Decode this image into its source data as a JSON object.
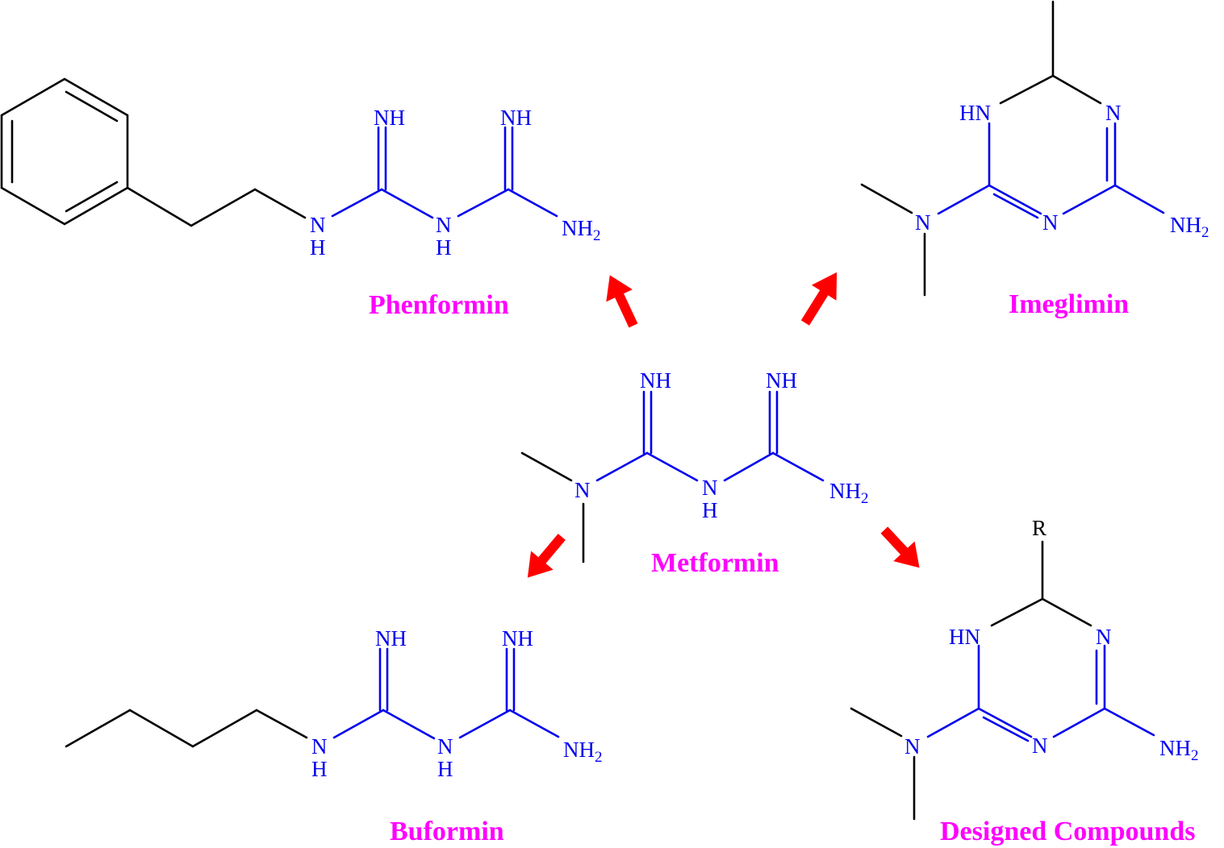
{
  "compounds": {
    "metformin": {
      "name": "Metformin"
    },
    "phenformin": {
      "name": "Phenformin"
    },
    "imeglimin": {
      "name": "Imeglimin"
    },
    "buformin": {
      "name": "Buformin"
    },
    "designed": {
      "name": "Designed Compounds"
    }
  },
  "atoms": {
    "NH": "NH",
    "N": "N",
    "H": "H",
    "HN": "HN",
    "R": "R",
    "sub2": "2"
  },
  "colors": {
    "carbon_bond": "#000000",
    "nitrogen": "#0000ee",
    "compound_label": "#ff00ff",
    "arrow": "#ff0000"
  }
}
